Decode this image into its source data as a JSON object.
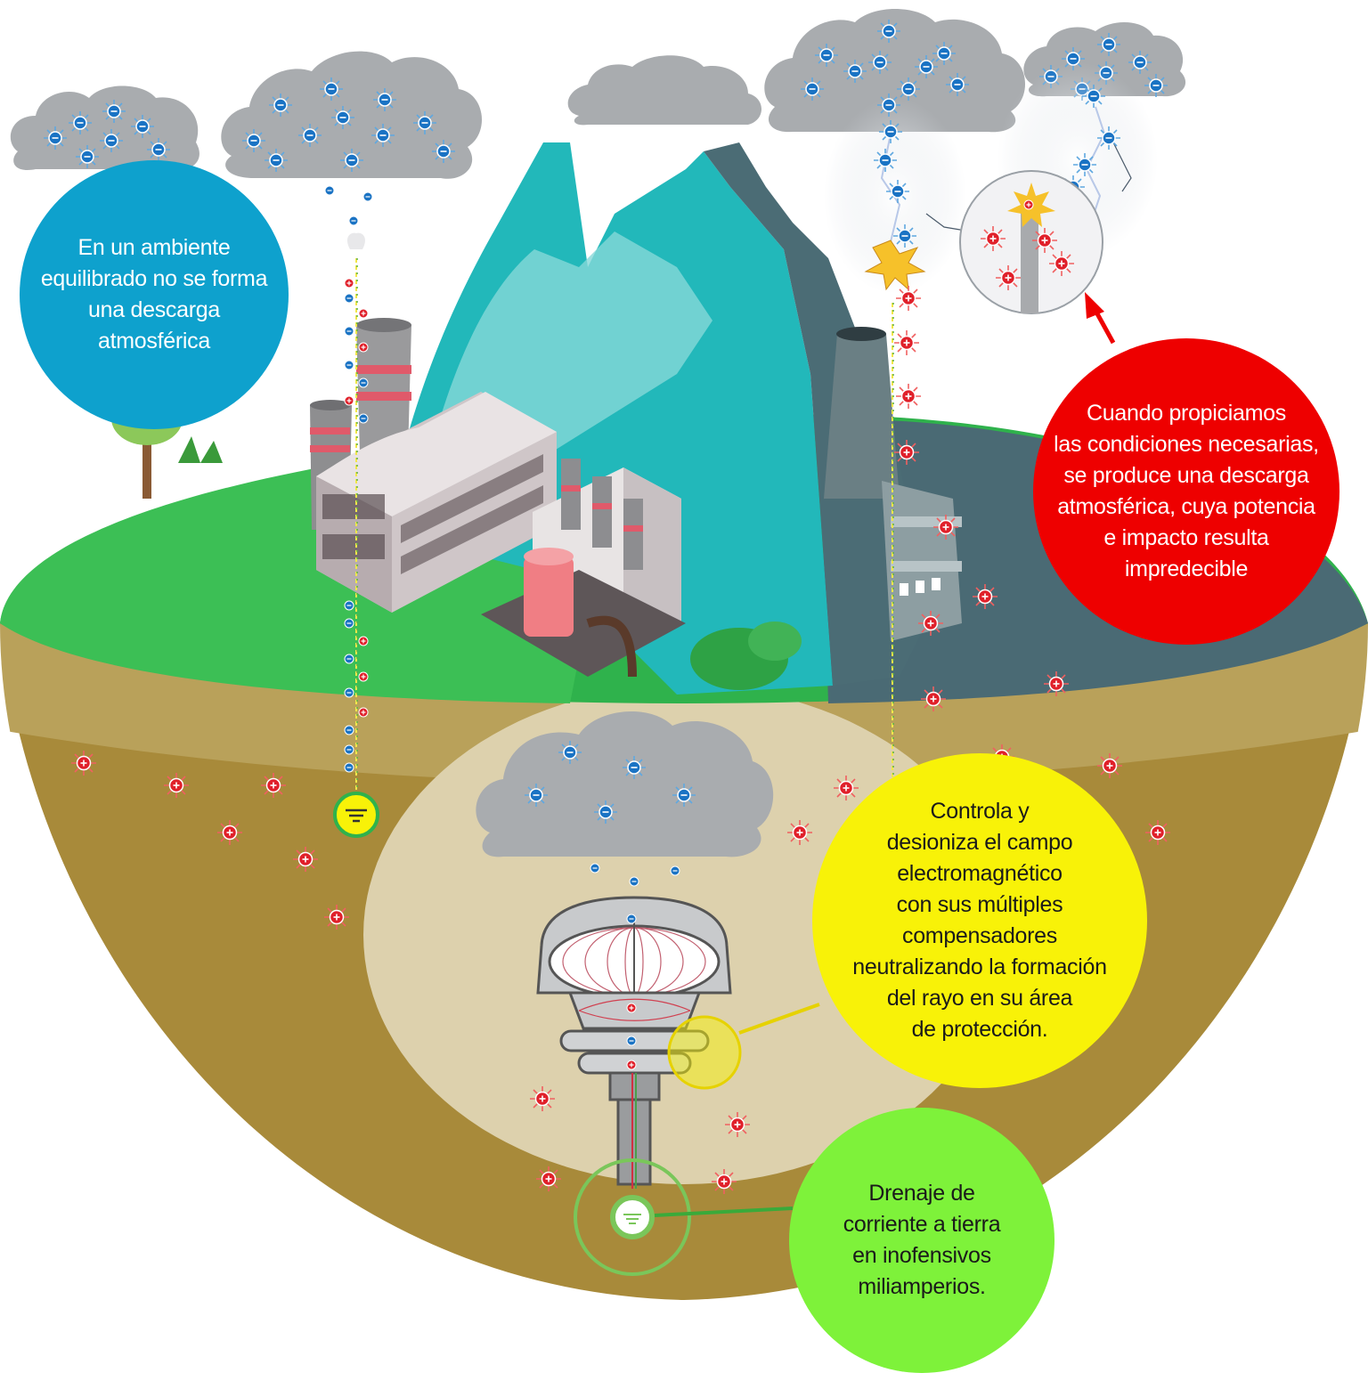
{
  "callouts": {
    "balanced": "En un ambiente\nequilibrado no se forma\nuna descarga\natmosférica",
    "unpredictable": "Cuando propiciamos\nlas condiciones necesarias,\nse produce una descarga\natmosférica, cuya potencia\ne impacto resulta\nimpredecible",
    "controls": "Controla y\ndesioniza el campo\nelectromagnético\ncon sus múltiples\ncompensadores\nneutralizando la formación\ndel rayo en su área\nde protección.",
    "drainage": "Drenaje de\ncorriente a tierra\nen inofensivos\nmiliamperios."
  },
  "colors": {
    "negative_charge": "#1a73c4",
    "positive_charge": "#e0202a",
    "callout_blue": "#0ea1cd",
    "callout_red": "#ee0000",
    "callout_yellow": "#f8f208",
    "callout_green": "#7ef23a",
    "cloud": "#a9acaf",
    "ground": "#b89a4a",
    "grass": "#2fb24c",
    "mountain_teal": "#22b8ba",
    "mountain_dark": "#4a6a74"
  },
  "icons": [
    "cloud-icon",
    "negative-charge-icon",
    "positive-charge-icon",
    "ground-symbol-icon",
    "lightning-icon",
    "factory-icon",
    "lightning-arrester-icon"
  ]
}
